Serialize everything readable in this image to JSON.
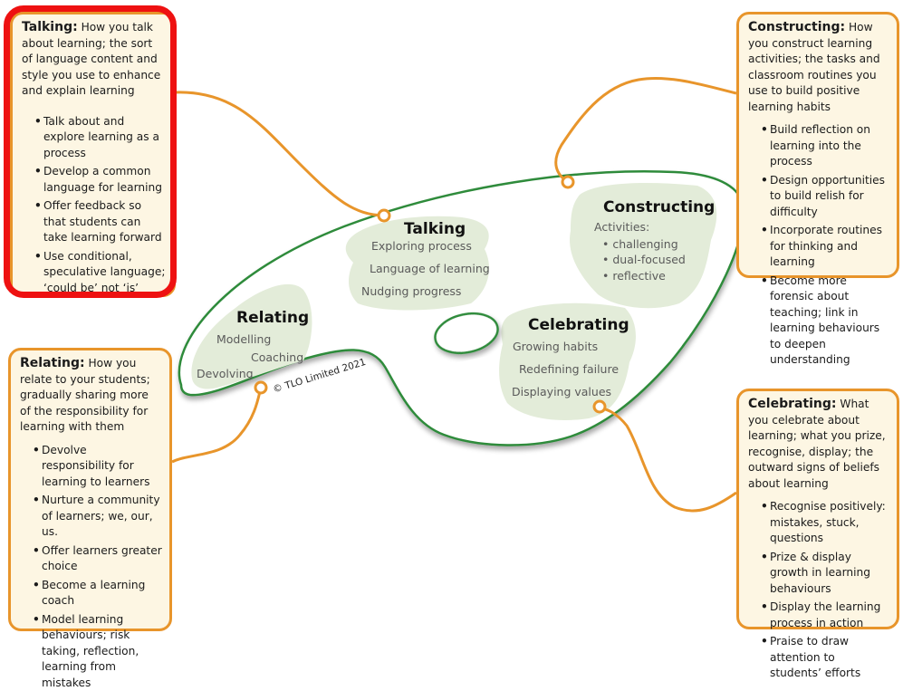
{
  "colors": {
    "palette_outline": "#2e8b3a",
    "zone_fill": "#e3ecd9",
    "connector": "#e8952b",
    "box_fill": "#fdf6e3",
    "highlight": "#ee1111"
  },
  "palette": {
    "zones": {
      "talking": {
        "title": "Talking",
        "items": [
          "Exploring process",
          "Language of learning",
          "Nudging progress"
        ]
      },
      "constructing": {
        "title": "Constructing",
        "subtitle": "Activities:",
        "items": [
          "• challenging",
          "• dual-focused",
          "• reflective"
        ]
      },
      "relating": {
        "title": "Relating",
        "items": [
          "Modelling",
          "Coaching",
          "Devolving"
        ]
      },
      "celebrating": {
        "title": "Celebrating",
        "items": [
          "Growing habits",
          "Redefining failure",
          "Displaying values"
        ]
      }
    },
    "copyright": "© TLO Limited 2021"
  },
  "boxes": {
    "talking": {
      "heading": "Talking:",
      "description": "How you talk about learning; the sort of language content and style you use to enhance and explain learning",
      "highlighted": true,
      "bullets": [
        "Talk about and explore learning as a process",
        "Develop a common language for learning",
        "Offer feedback so that students can take learning forward",
        "Use conditional, speculative language; ‘could be’ not ‘is’"
      ]
    },
    "constructing": {
      "heading": "Constructing:",
      "description": "How you construct learning activities; the tasks and classroom routines you use to build positive learning habits",
      "bullets": [
        "Build reflection on learning into the process",
        "Design opportunities to build relish for difficulty",
        "Incorporate routines for thinking and learning",
        "Become more forensic about teaching; link in learning behaviours to deepen understanding"
      ]
    },
    "relating": {
      "heading": "Relating:",
      "description": "How you relate to your students; gradually sharing more of the responsibility for learning with them",
      "bullets": [
        "Devolve responsibility for learning to learners",
        "Nurture a community of learners; we, our, us.",
        "Offer learners greater choice",
        "Become a learning coach",
        "Model learning behaviours; risk taking, reflection, learning from mistakes"
      ]
    },
    "celebrating": {
      "heading": "Celebrating:",
      "description": "What you celebrate about learning; what you prize, recognise, display; the outward signs of beliefs about learning",
      "bullets": [
        "Recognise positively: mistakes, stuck, questions",
        "Prize & display growth in learning behaviours",
        "Display the learning process in action",
        "Praise to draw attention to students’ efforts"
      ]
    }
  }
}
